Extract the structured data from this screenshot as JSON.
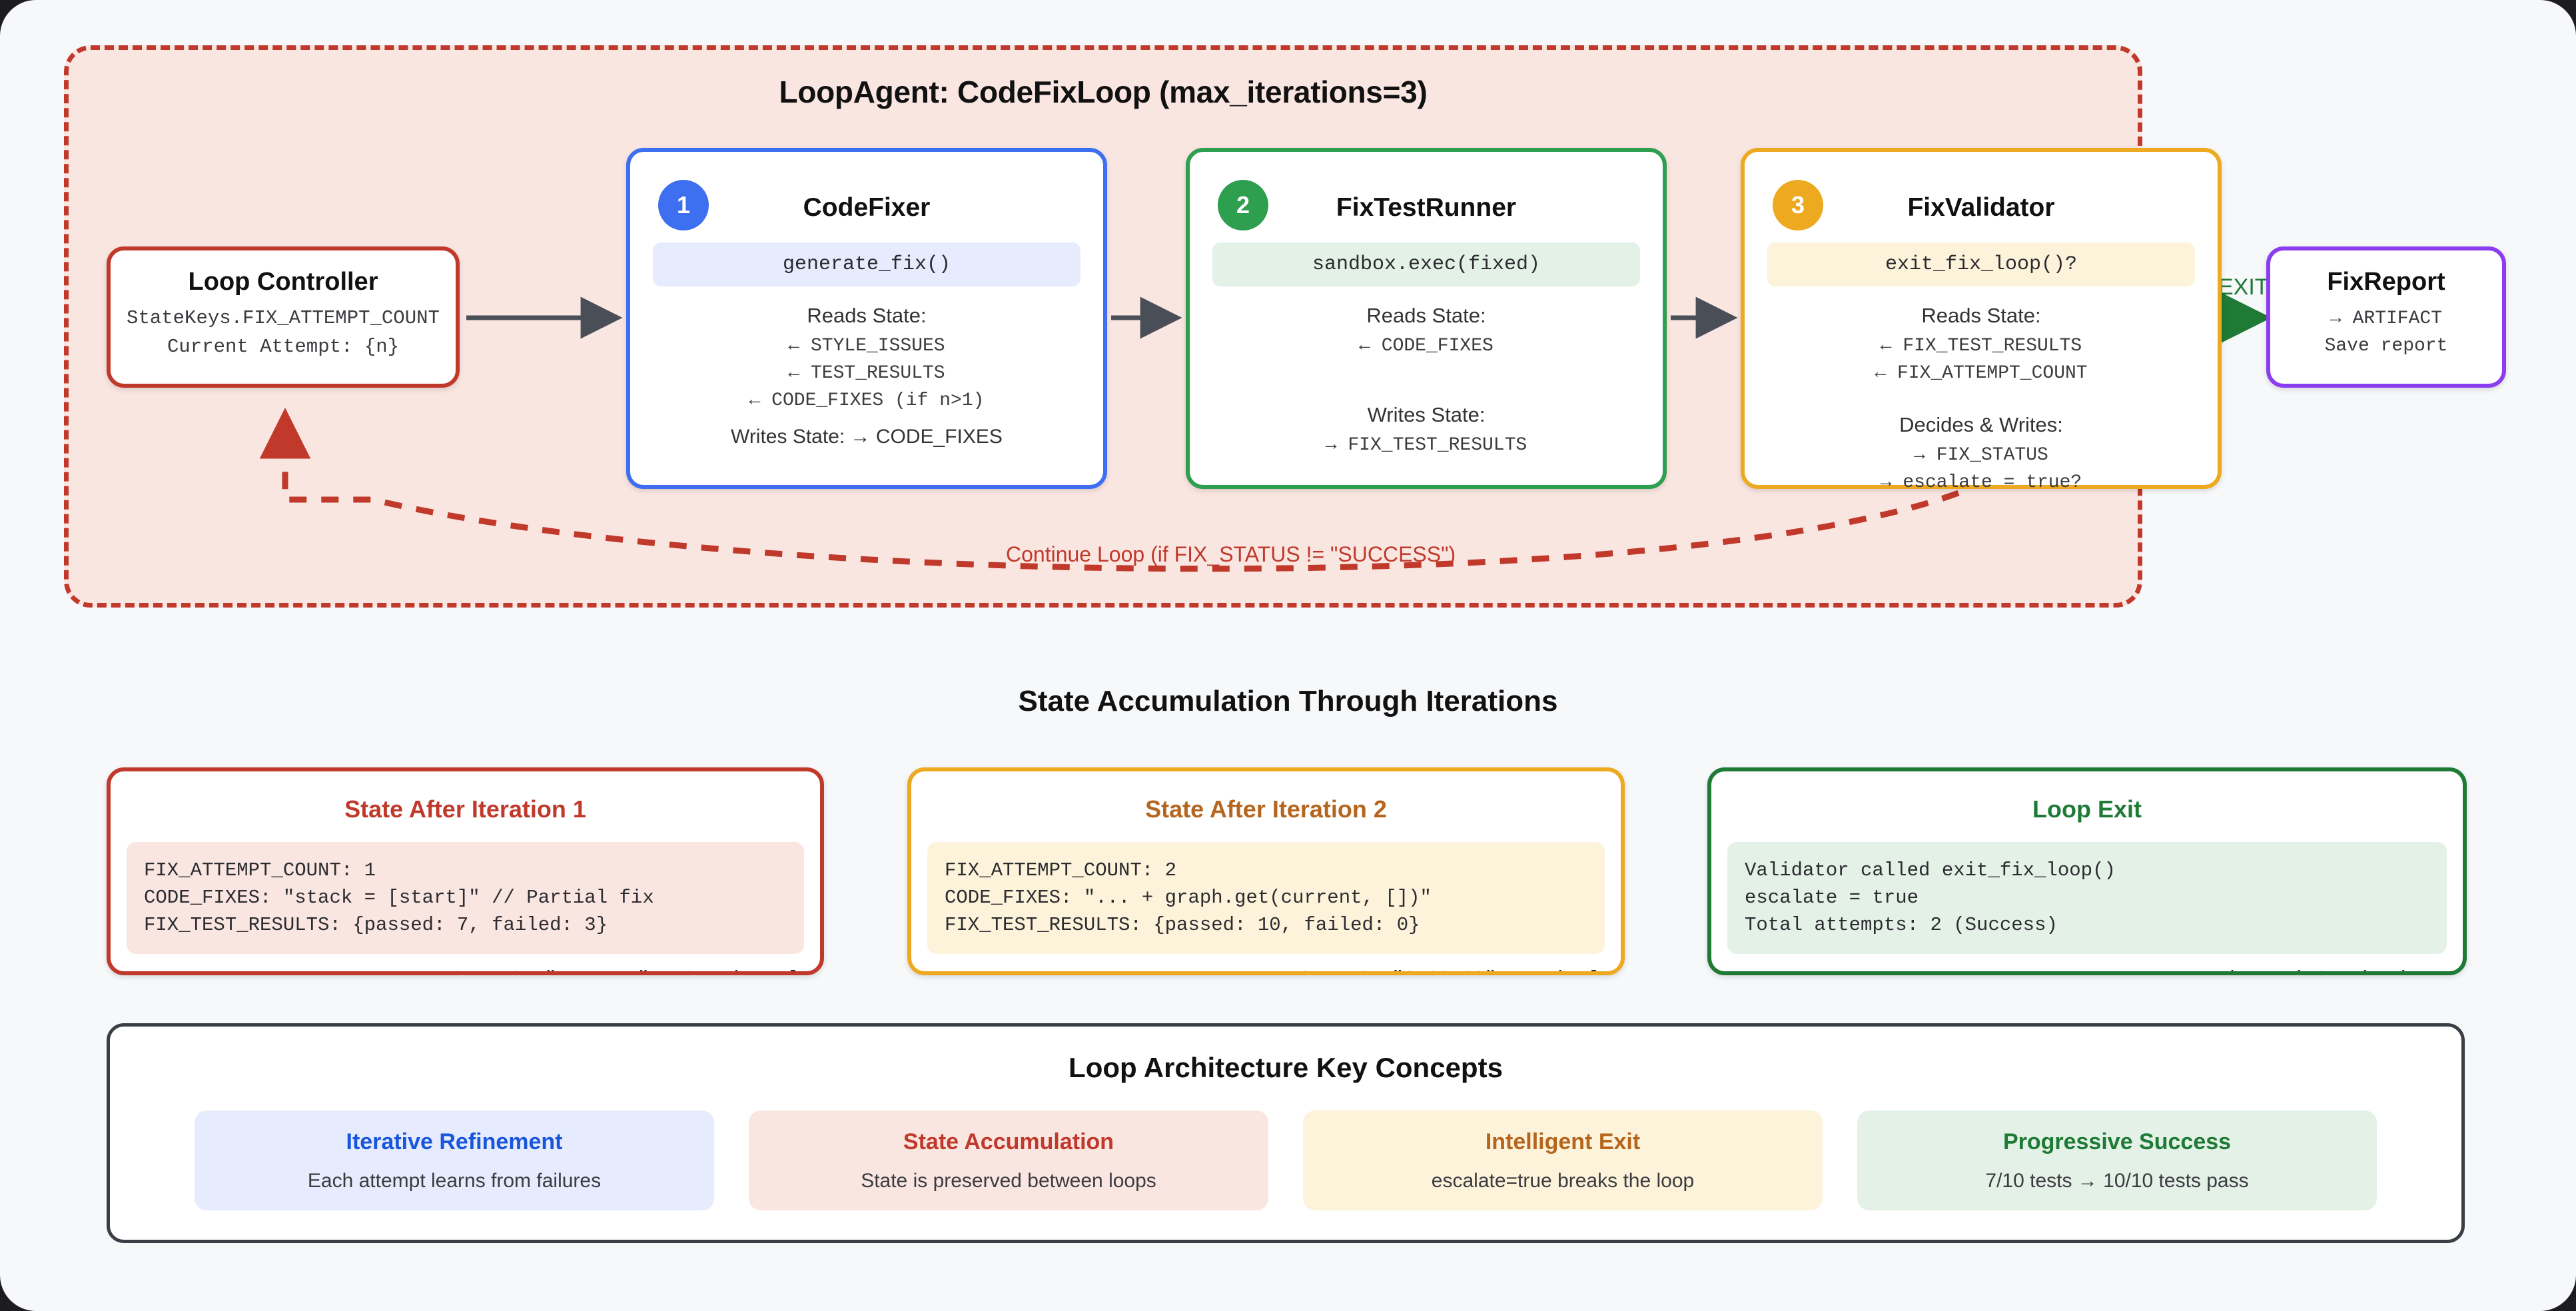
{
  "loop": {
    "title": "LoopAgent: CodeFixLoop (max_iterations=3)",
    "continue_label": "Continue Loop (if FIX_STATUS != \"SUCCESS\")",
    "exit_label": "EXIT"
  },
  "loop_controller": {
    "title": "Loop Controller",
    "line1": "StateKeys.FIX_ATTEMPT_COUNT",
    "line2": "Current Attempt: {n}"
  },
  "agents": [
    {
      "number": "1",
      "title": "CodeFixer",
      "method": "generate_fix()",
      "reads_heading": "Reads State:",
      "reads": [
        "← STYLE_ISSUES",
        "← TEST_RESULTS",
        "← CODE_FIXES (if n>1)"
      ],
      "writes_inline": "Writes State: → CODE_FIXES",
      "accent": "#3d6ff0"
    },
    {
      "number": "2",
      "title": "FixTestRunner",
      "method": "sandbox.exec(fixed)",
      "reads_heading": "Reads State:",
      "reads": [
        "← CODE_FIXES"
      ],
      "writes_heading": "Writes State:",
      "writes": [
        "→ FIX_TEST_RESULTS"
      ],
      "accent": "#2e9e4f"
    },
    {
      "number": "3",
      "title": "FixValidator",
      "method": "exit_fix_loop()?",
      "reads_heading": "Reads State:",
      "reads": [
        "← FIX_TEST_RESULTS",
        "← FIX_ATTEMPT_COUNT"
      ],
      "writes_heading": "Decides & Writes:",
      "writes": [
        "→ FIX_STATUS",
        "→ escalate = true?"
      ],
      "accent": "#edaa20"
    }
  ],
  "fix_report": {
    "title": "FixReport",
    "line1": "→ ARTIFACT",
    "line2": "Save report"
  },
  "state_section": {
    "heading": "State Accumulation Through Iterations",
    "cards": [
      {
        "title": "State After Iteration 1",
        "lines": [
          "FIX_ATTEMPT_COUNT: 1",
          "CODE_FIXES: \"stack = [start]\" // Partial fix",
          "FIX_TEST_RESULTS: {passed: 7, failed: 3}"
        ],
        "footer": "FIX_STATUS: \"PARTIAL\" → Continue loop"
      },
      {
        "title": "State After Iteration 2",
        "lines": [
          "FIX_ATTEMPT_COUNT: 2",
          "CODE_FIXES: \"... + graph.get(current, [])\"",
          "FIX_TEST_RESULTS: {passed: 10, failed: 0}"
        ],
        "footer": "FIX_STATUS: \"SUCCESS\" → Exit loop"
      },
      {
        "title": "Loop Exit",
        "lines": [
          "Validator called exit_fix_loop()",
          "escalate = true",
          "Total attempts: 2 (Success)"
        ],
        "footer": "Proceed to FixSynthesizer →"
      }
    ]
  },
  "key_concepts": {
    "title": "Loop Architecture Key Concepts",
    "items": [
      {
        "head": "Iterative Refinement",
        "sub": "Each attempt learns from failures"
      },
      {
        "head": "State Accumulation",
        "sub": "State is preserved between loops"
      },
      {
        "head": "Intelligent Exit",
        "sub": "escalate=true breaks the loop"
      },
      {
        "head": "Progressive Success",
        "sub": "7/10 tests → 10/10 tests pass"
      }
    ]
  }
}
